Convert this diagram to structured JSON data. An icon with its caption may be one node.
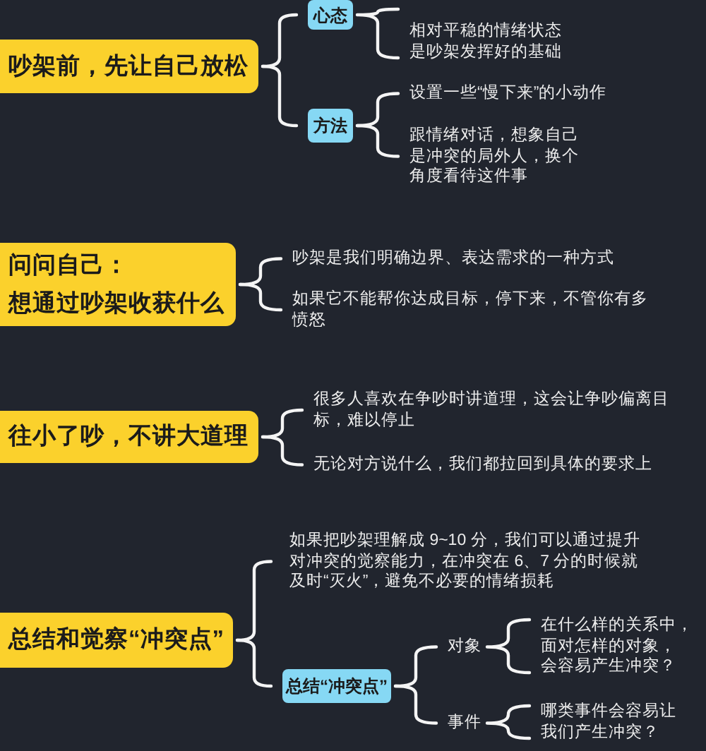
{
  "diagram": {
    "nodes": [
      {
        "text": [
          "吵架前，先让自己放松"
        ]
      },
      {
        "text": [
          "心态"
        ]
      },
      {
        "text": [
          "相对平稳的情绪状态是吵架发挥好的基础"
        ]
      },
      {
        "text": [
          "方法"
        ]
      },
      {
        "text": [
          "设置一些“慢下来”的小动作"
        ]
      },
      {
        "text": [
          "跟情绪对话，想象自己是冲突的局外人，换个角度看待这件事"
        ]
      },
      {
        "text": [
          "问问自己：想通过吵架收获什么"
        ]
      },
      {
        "text": [
          "吵架是我们明确边界、表达需求的一种方式"
        ]
      },
      {
        "text": [
          "如果它不能帮你达成目标，停下来，不管你有多愤怒"
        ]
      },
      {
        "text": [
          "往小了吵，不讲大道理"
        ]
      },
      {
        "text": [
          "很多人喜欢在争吵时讲道理，这会让争吵偏离目标，难以停止"
        ]
      },
      {
        "text": [
          "无论对方说什么，我们都拉回到具体的要求上"
        ]
      },
      {
        "text": [
          "总结和觉察“冲突点”"
        ]
      },
      {
        "text": [
          "如果把吵架理解成 9~10 分，我们可以通过提升对冲突的觉察能力，在冲突在 6、7 分的时候就及时“灭火”，避免不必要的情绪损耗"
        ]
      },
      {
        "text": [
          "总结“冲突点”"
        ]
      },
      {
        "text": [
          "对象"
        ]
      },
      {
        "text": [
          "在什么样的关系中，面对怎样的对象，会容易产生冲突？"
        ]
      },
      {
        "text": [
          "事件"
        ]
      },
      {
        "text": [
          "哪类事件会容易让我们产生冲突？"
        ]
      }
    ],
    "edges": [
      {
        "from": 0,
        "to": 1,
        "arrow": "none"
      },
      {
        "from": 0,
        "to": 3,
        "arrow": "none"
      },
      {
        "from": 1,
        "to": 2,
        "arrow": "none"
      },
      {
        "from": 3,
        "to": 4,
        "arrow": "none"
      },
      {
        "from": 3,
        "to": 5,
        "arrow": "none"
      },
      {
        "from": 6,
        "to": 7,
        "arrow": "none"
      },
      {
        "from": 6,
        "to": 8,
        "arrow": "none"
      },
      {
        "from": 9,
        "to": 10,
        "arrow": "none"
      },
      {
        "from": 9,
        "to": 11,
        "arrow": "none"
      },
      {
        "from": 12,
        "to": 13,
        "arrow": "none"
      },
      {
        "from": 12,
        "to": 14,
        "arrow": "none"
      },
      {
        "from": 14,
        "to": 15,
        "arrow": "none"
      },
      {
        "from": 14,
        "to": 17,
        "arrow": "none"
      },
      {
        "from": 15,
        "to": 16,
        "arrow": "none"
      },
      {
        "from": 17,
        "to": 18,
        "arrow": "none"
      }
    ]
  }
}
